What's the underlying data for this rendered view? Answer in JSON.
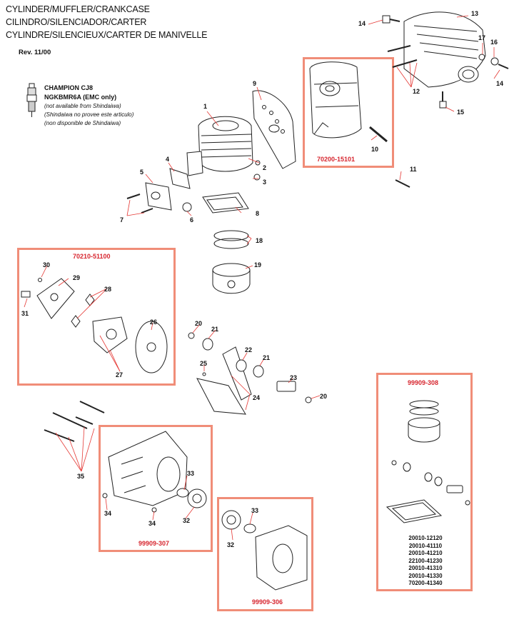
{
  "titles": [
    "CYLINDER/MUFFLER/CRANKCASE",
    "CILINDRO/SILENCIADOR/CARTER",
    "CYLINDRE/SILENCIEUX/CARTER DE MANIVELLE"
  ],
  "revision": "Rev. 11/00",
  "spark_plug": {
    "line1": "CHAMPION CJ8",
    "line2": "NGKBMR6A (EMC only)",
    "note1": "(not available from Shindaiwa)",
    "note2": "(Shindaiwa no provee este articulo)",
    "note3": "(non disponible de Shindaiwa)"
  },
  "kits": {
    "muffler": "70200-15101",
    "clutch": "70210-51100",
    "crankcase_left": "99909-307",
    "crankcase_right": "99909-306",
    "piston_kit": "99909-308"
  },
  "piston_kit_parts": [
    "20010-12120",
    "20010-41110",
    "20010-41210",
    "22100-41230",
    "20010-41310",
    "20010-41330",
    "70200-41340"
  ],
  "callouts": [
    "1",
    "2",
    "3",
    "4",
    "5",
    "6",
    "7",
    "8",
    "9",
    "10",
    "11",
    "12",
    "13",
    "14",
    "15",
    "16",
    "17",
    "18",
    "19",
    "20",
    "21",
    "22",
    "23",
    "24",
    "25",
    "26",
    "27",
    "28",
    "29",
    "30",
    "31",
    "32",
    "33",
    "34",
    "35"
  ],
  "accent_color": "#f08d78",
  "kit_label_color": "#d7262f"
}
